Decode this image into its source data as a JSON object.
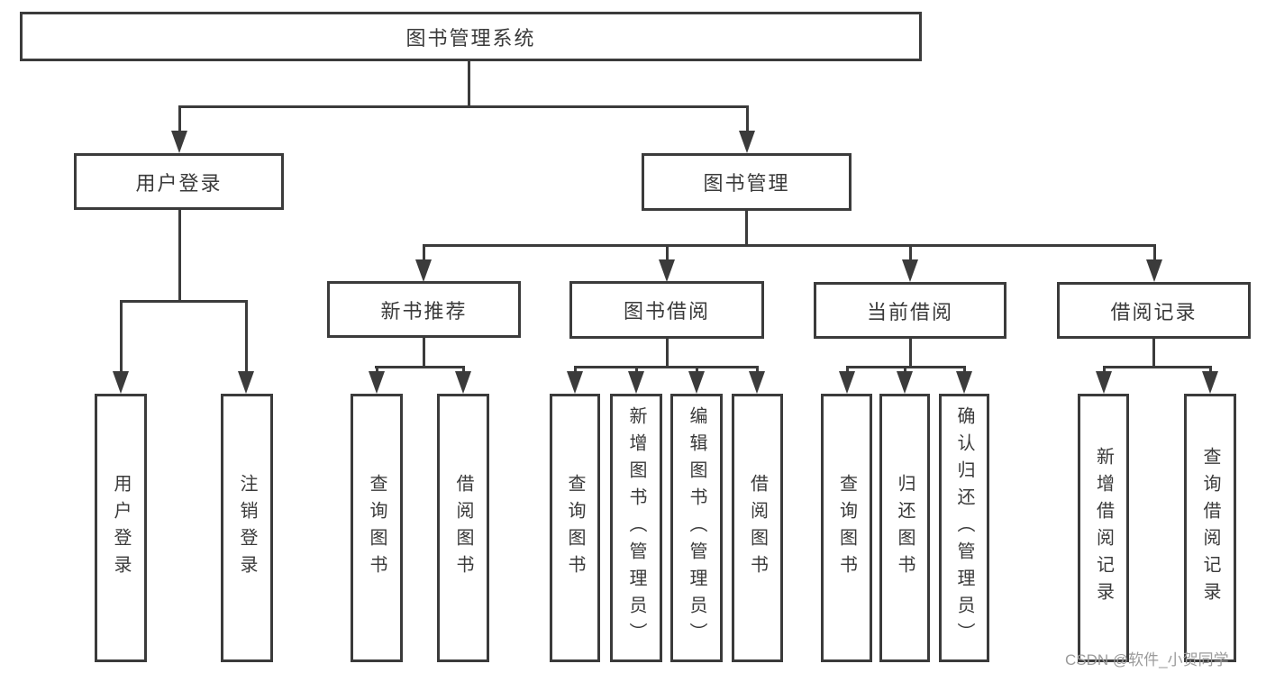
{
  "page": {
    "background": "#ffffff"
  },
  "diagram": {
    "type": "hierarchy-tree",
    "line_color": "#3b3b3b",
    "text_color": "#3a3a3a",
    "tree": {
      "label": "图书管理系统",
      "children": [
        {
          "label": "用户登录",
          "children": [
            {
              "label": "用户登录"
            },
            {
              "label": "注销登录"
            }
          ]
        },
        {
          "label": "图书管理",
          "children": [
            {
              "label": "新书推荐",
              "children": [
                {
                  "label": "查询图书"
                },
                {
                  "label": "借阅图书"
                }
              ]
            },
            {
              "label": "图书借阅",
              "children": [
                {
                  "label": "查询图书"
                },
                {
                  "label": "新增图书（管理员）"
                },
                {
                  "label": "编辑图书（管理员）"
                },
                {
                  "label": "借阅图书"
                }
              ]
            },
            {
              "label": "当前借阅",
              "children": [
                {
                  "label": "查询图书"
                },
                {
                  "label": "归还图书"
                },
                {
                  "label": "确认归还（管理员）"
                }
              ]
            },
            {
              "label": "借阅记录",
              "children": [
                {
                  "label": "新增借阅记录"
                },
                {
                  "label": "查询借阅记录"
                }
              ]
            }
          ]
        }
      ]
    }
  },
  "watermark": {
    "text": "CSDN @软件_小贺同学",
    "color": "#9b9b9b"
  }
}
